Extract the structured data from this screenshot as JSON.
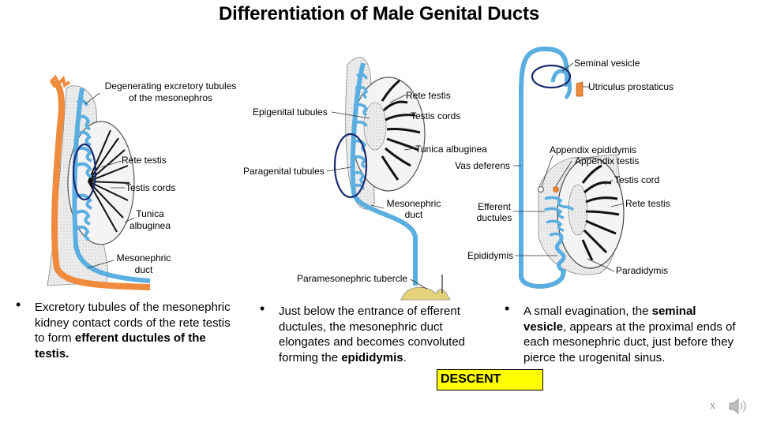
{
  "title": "Differentiation of Male Genital Ducts",
  "panel1": {
    "labels": {
      "degenerating_1": "Degenerating excretory tubules",
      "degenerating_2": "of the mesonephros",
      "rete_testis": "Rete testis",
      "testis_cords": "Testis cords",
      "tunica_1": "Tunica",
      "tunica_2": "albuginea",
      "meso_1": "Mesonephric",
      "meso_2": "duct"
    }
  },
  "panel2": {
    "labels": {
      "rete_testis": "Rete testis",
      "epigenital": "Epigenital tubules",
      "testis_cords": "Testis cords",
      "tunica": "Tunica albuginea",
      "paragenital": "Paragenital tubules",
      "meso_1": "Mesonephric",
      "meso_2": "duct",
      "paramesonephric": "Paramesonephric tubercle"
    }
  },
  "panel3": {
    "labels": {
      "seminal": "Seminal vesicle",
      "utriculus": "Utriculus prostaticus",
      "appendix_epididymis": "Appendix epididymis",
      "appendix_testis": "Appendix testis",
      "vas_deferens": "Vas deferens",
      "testis_cord": "Testis cord",
      "efferent_1": "Efferent",
      "efferent_2": "ductules",
      "rete_testis": "Rete testis",
      "epididymis": "Epididymis",
      "paradidymis": "Paradidymis"
    }
  },
  "bullets": {
    "b1": {
      "pre": "Excretory tubules of the mesonephric kidney contact cords of the rete testis to form ",
      "bold": "efferent ductules of the testis.",
      "post": ""
    },
    "b2": {
      "pre": "Just below the entrance of efferent ductules, the mesonephric duct elongates and becomes convoluted forming the ",
      "bold": "epididymis",
      "post": "."
    },
    "b3": {
      "pre": "A small evagination, the ",
      "bold": "seminal vesicle",
      "post": ", appears at the proximal ends of each mesonephric duct, just before they pierce the urogenital sinus."
    }
  },
  "descent_label": "DESCENT",
  "close_mark": "x",
  "colors": {
    "duct_blue": "#5aaee0",
    "duct_orange": "#f08a3c",
    "circle_navy": "#1a2a6e",
    "descent_bg": "#ffff00"
  },
  "icons": {
    "speaker": "speaker-icon",
    "bullet": "bullet-dot-icon"
  }
}
